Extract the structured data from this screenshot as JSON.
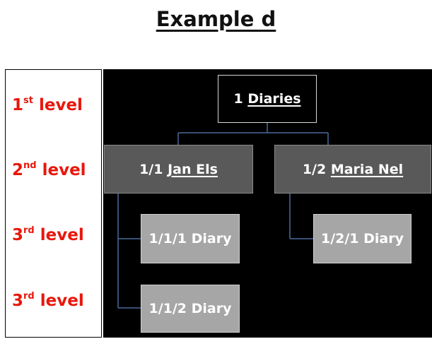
{
  "title": "Example d",
  "levels": [
    {
      "num": "1",
      "sup": "st",
      "word": "level"
    },
    {
      "num": "2",
      "sup": "nd",
      "word": "level"
    },
    {
      "num": "3",
      "sup": "rd",
      "word": "level"
    },
    {
      "num": "3",
      "sup": "rd",
      "word": "level"
    }
  ],
  "tree": {
    "root": {
      "code": "1",
      "name": "Diaries"
    },
    "branches": [
      {
        "code": "1/1",
        "name": "Jan Els",
        "children": [
          {
            "label": "1/1/1 Diary"
          },
          {
            "label": "1/1/2 Diary"
          }
        ]
      },
      {
        "code": "1/2",
        "name": "Maria Nel",
        "children": [
          {
            "label": "1/2/1 Diary"
          }
        ]
      }
    ]
  },
  "colors": {
    "level_text": "#e8170c",
    "canvas": "#000000",
    "level2_box": "#595959",
    "level3_box": "#a6a6a6",
    "connector": "#4a6a9c"
  }
}
